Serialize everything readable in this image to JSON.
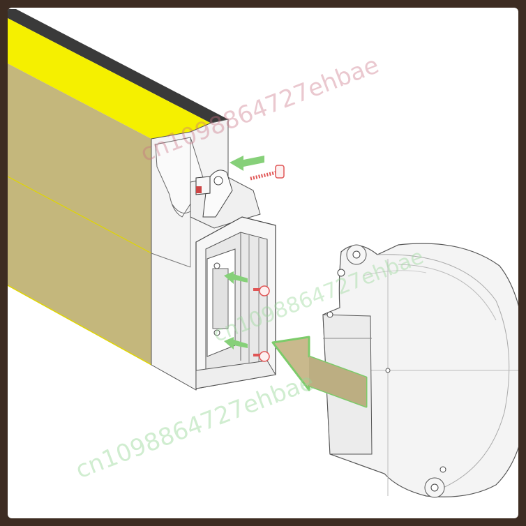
{
  "watermarks": {
    "top": "cn1098864727ehbae",
    "middle": "cn1098864727ehbae",
    "bottom": "cn1098864727ehbae"
  },
  "colors": {
    "frame": "#3d2c22",
    "duct_top": "#f5f000",
    "duct_face": "#c4b77c",
    "arrow_green": "#7ccb6a",
    "screw_red": "#e05555",
    "fan_body": "#f4f4f4",
    "bracket": "#f2f2f2"
  },
  "icons": [
    "duct-part",
    "bracket-part",
    "fan-part",
    "screw-icon",
    "arrow-icon"
  ]
}
